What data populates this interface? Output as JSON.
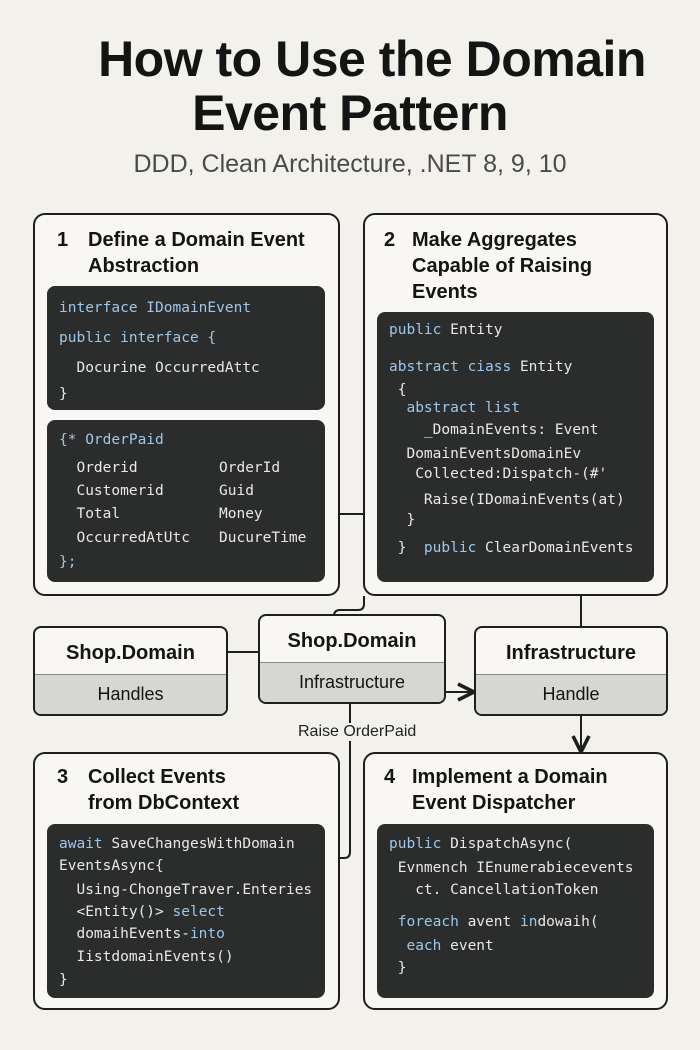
{
  "header": {
    "title_line1": "How to Use the Domain",
    "title_line2": "Event Pattern",
    "subtitle": "DDD, Clean Architecture, .NET 8, 9, 10"
  },
  "steps": [
    {
      "number": "1",
      "title_lines": [
        "Define a Domain Event",
        "Abstraction"
      ],
      "code_blocks": [
        [
          [
            {
              "t": "interface IDomainEvent",
              "k": 1
            }
          ],
          [
            {
              "t": "public interface {",
              "k": 1
            }
          ],
          [
            {
              "t": "  Docurine OccurredAttc",
              "k": 0
            }
          ],
          [
            {
              "t": "}",
              "k": 0
            }
          ]
        ],
        [
          [
            {
              "t": "{* OrderPaid",
              "k": 1
            }
          ],
          [
            {
              "t": "  Orderid",
              "k": 0
            },
            {
              "t": "OrderId",
              "k": 0
            }
          ],
          [
            {
              "t": "  Customerid",
              "k": 0
            },
            {
              "t": "Guid",
              "k": 0
            }
          ],
          [
            {
              "t": "  Total",
              "k": 0
            },
            {
              "t": "Money",
              "k": 0
            }
          ],
          [
            {
              "t": "  OccurredAtUtc",
              "k": 0
            },
            {
              "t": "DucureTime",
              "k": 0
            }
          ],
          [
            {
              "t": "};",
              "k": 1
            }
          ]
        ]
      ]
    },
    {
      "number": "2",
      "title_lines": [
        "Make Aggregates",
        "Capable of Raising",
        "Events"
      ],
      "code_blocks": [
        [
          [
            {
              "t": "public ",
              "k": 1
            },
            {
              "t": "Entity",
              "k": 0
            }
          ],
          [
            {
              "t": "abstract ciass ",
              "k": 1
            },
            {
              "t": "Entity",
              "k": 0
            }
          ],
          [
            {
              "t": " {",
              "k": 0
            }
          ],
          [
            {
              "t": "  abstract list",
              "k": 1
            }
          ],
          [
            {
              "t": "    _DomainEvents: Event",
              "k": 0
            }
          ],
          [
            {
              "t": "  DomainEventsDomainEv",
              "k": 0
            }
          ],
          [
            {
              "t": "   Collected:Dispatch-(#'",
              "k": 0
            }
          ],
          [
            {
              "t": "    Raise(IDomainEvents(at)",
              "k": 0
            }
          ],
          [
            {
              "t": "  }",
              "k": 0
            }
          ],
          [
            {
              "t": " }  ",
              "k": 0
            },
            {
              "t": "public ",
              "k": 1
            },
            {
              "t": "ClearDomainEvents",
              "k": 0
            }
          ]
        ]
      ]
    },
    {
      "number": "3",
      "title_lines": [
        "Collect Events",
        "from DbContext"
      ],
      "code_blocks": [
        [
          [
            {
              "t": "await ",
              "k": 1
            },
            {
              "t": "SaveChangesWithDomain",
              "k": 0
            }
          ],
          [
            {
              "t": "EventsAsync{",
              "k": 0
            }
          ],
          [
            {
              "t": "  Using-ChongeTraver.Enteries",
              "k": 0
            }
          ],
          [
            {
              "t": "  <Entity()> ",
              "k": 0
            },
            {
              "t": "select",
              "k": 1
            }
          ],
          [
            {
              "t": "  domaihEvents-",
              "k": 0
            },
            {
              "t": "into",
              "k": 1
            }
          ],
          [
            {
              "t": "  IistdomainEvents()",
              "k": 0
            }
          ],
          [
            {
              "t": "}",
              "k": 0
            }
          ]
        ]
      ]
    },
    {
      "number": "4",
      "title_lines": [
        "Implement a Domain",
        "Event Dispatcher"
      ],
      "code_blocks": [
        [
          [
            {
              "t": "public ",
              "k": 1
            },
            {
              "t": "DispatchAsync(",
              "k": 0
            }
          ],
          [
            {
              "t": " Evnmench IEnumerabiecevents",
              "k": 0
            }
          ],
          [
            {
              "t": "   ct. CancellationToken",
              "k": 0
            }
          ],
          [
            {
              "t": " foreach ",
              "k": 1
            },
            {
              "t": "avent ",
              "k": 0
            },
            {
              "t": "in",
              "k": 1
            },
            {
              "t": "dowaih(",
              "k": 0
            }
          ],
          [
            {
              "t": "  each ",
              "k": 1
            },
            {
              "t": "event",
              "k": 0
            }
          ],
          [
            {
              "t": " }",
              "k": 0
            }
          ]
        ]
      ]
    }
  ],
  "modules": [
    {
      "top": "Shop.Domain",
      "bottom": "Handles"
    },
    {
      "top": "Shop.Domain",
      "bottom": "Infrastructure"
    },
    {
      "top": "Infrastructure",
      "bottom": "Handle"
    }
  ],
  "connector_label": "Raise OrderPaid",
  "colors": {
    "background": "#f2f1ec",
    "code_background": "#2b2d2c",
    "code_keyword": "#9cc7ec",
    "code_text": "#e9e9e2",
    "border": "#1e1e1e",
    "module_band": "#d6d6d2"
  }
}
